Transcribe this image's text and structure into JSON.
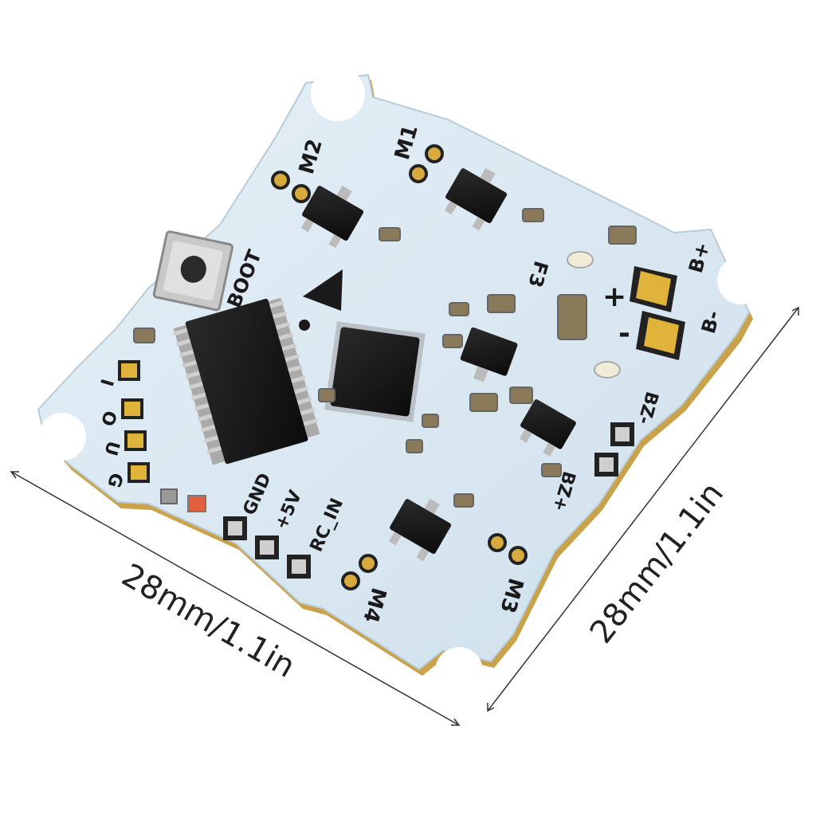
{
  "dimensions": {
    "width_label": "28mm/1.1in",
    "height_label": "28mm/1.1in"
  },
  "board": {
    "color": "#dbe9f3",
    "substrate_color": "#c9a24a",
    "motor_labels": [
      "M1",
      "M2",
      "M3",
      "M4"
    ],
    "boot_label": "BOOT",
    "chip_label": "F3",
    "battery_labels": [
      "B+",
      "B-"
    ],
    "power_labels": [
      "GND",
      "+5V",
      "RC_IN"
    ],
    "uart_labels": [
      "I",
      "O",
      "U",
      "G"
    ],
    "buzzer_labels": [
      "BZ-",
      "BZ+"
    ],
    "polarity_plus": "+",
    "polarity_minus": "-"
  }
}
